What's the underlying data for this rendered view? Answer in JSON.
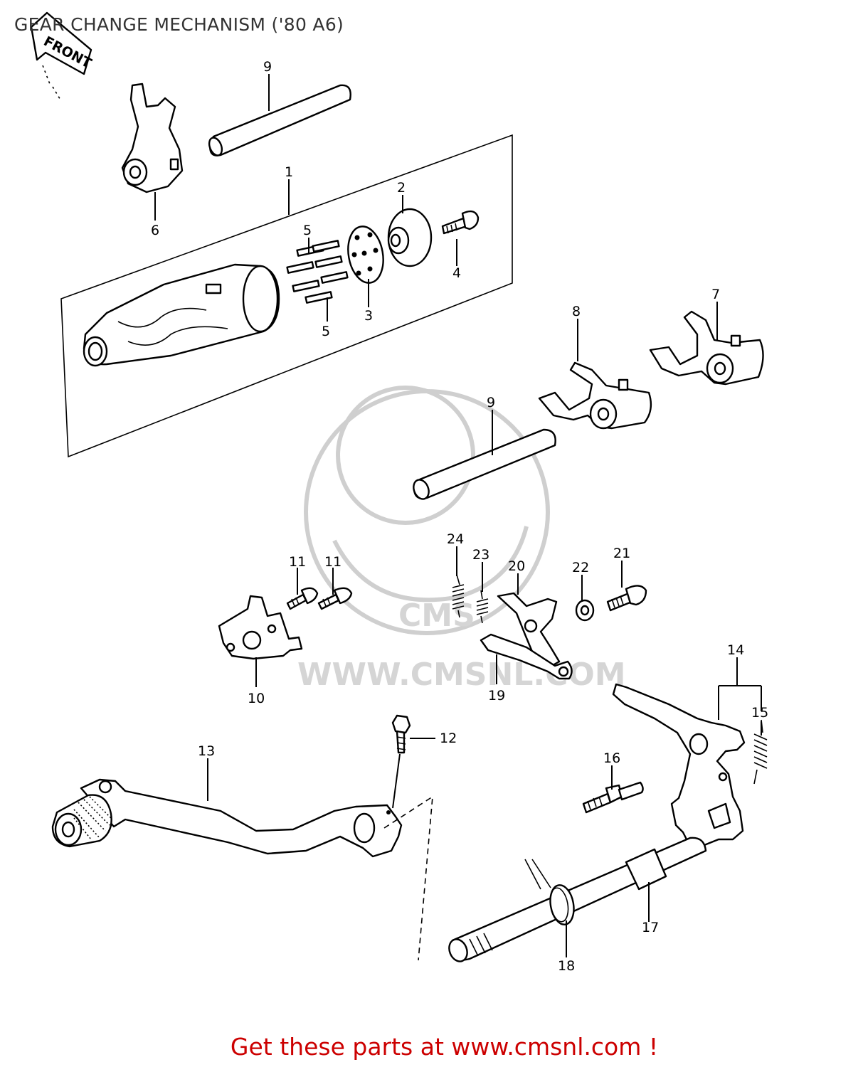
{
  "title": "GEAR CHANGE MECHANISM ('80 A6)",
  "front_label": "FRONT",
  "watermark": {
    "text": "WWW.CMSNL.COM",
    "logo_text": "CMS"
  },
  "cta": "Get these parts at www.cmsnl.com !",
  "callouts": {
    "c1": "1",
    "c2": "2",
    "c3": "3",
    "c4": "4",
    "c5a": "5",
    "c5b": "5",
    "c6": "6",
    "c7": "7",
    "c8": "8",
    "c9a": "9",
    "c9b": "9",
    "c10": "10",
    "c11a": "11",
    "c11b": "11",
    "c12": "12",
    "c13": "13",
    "c14": "14",
    "c15": "15",
    "c16": "16",
    "c17": "17",
    "c18": "18",
    "c19": "19",
    "c20": "20",
    "c21": "21",
    "c22": "22",
    "c23": "23",
    "c24": "24"
  },
  "colors": {
    "cta": "#cc0000",
    "title": "#333333",
    "watermark": "#d5d5d5"
  }
}
